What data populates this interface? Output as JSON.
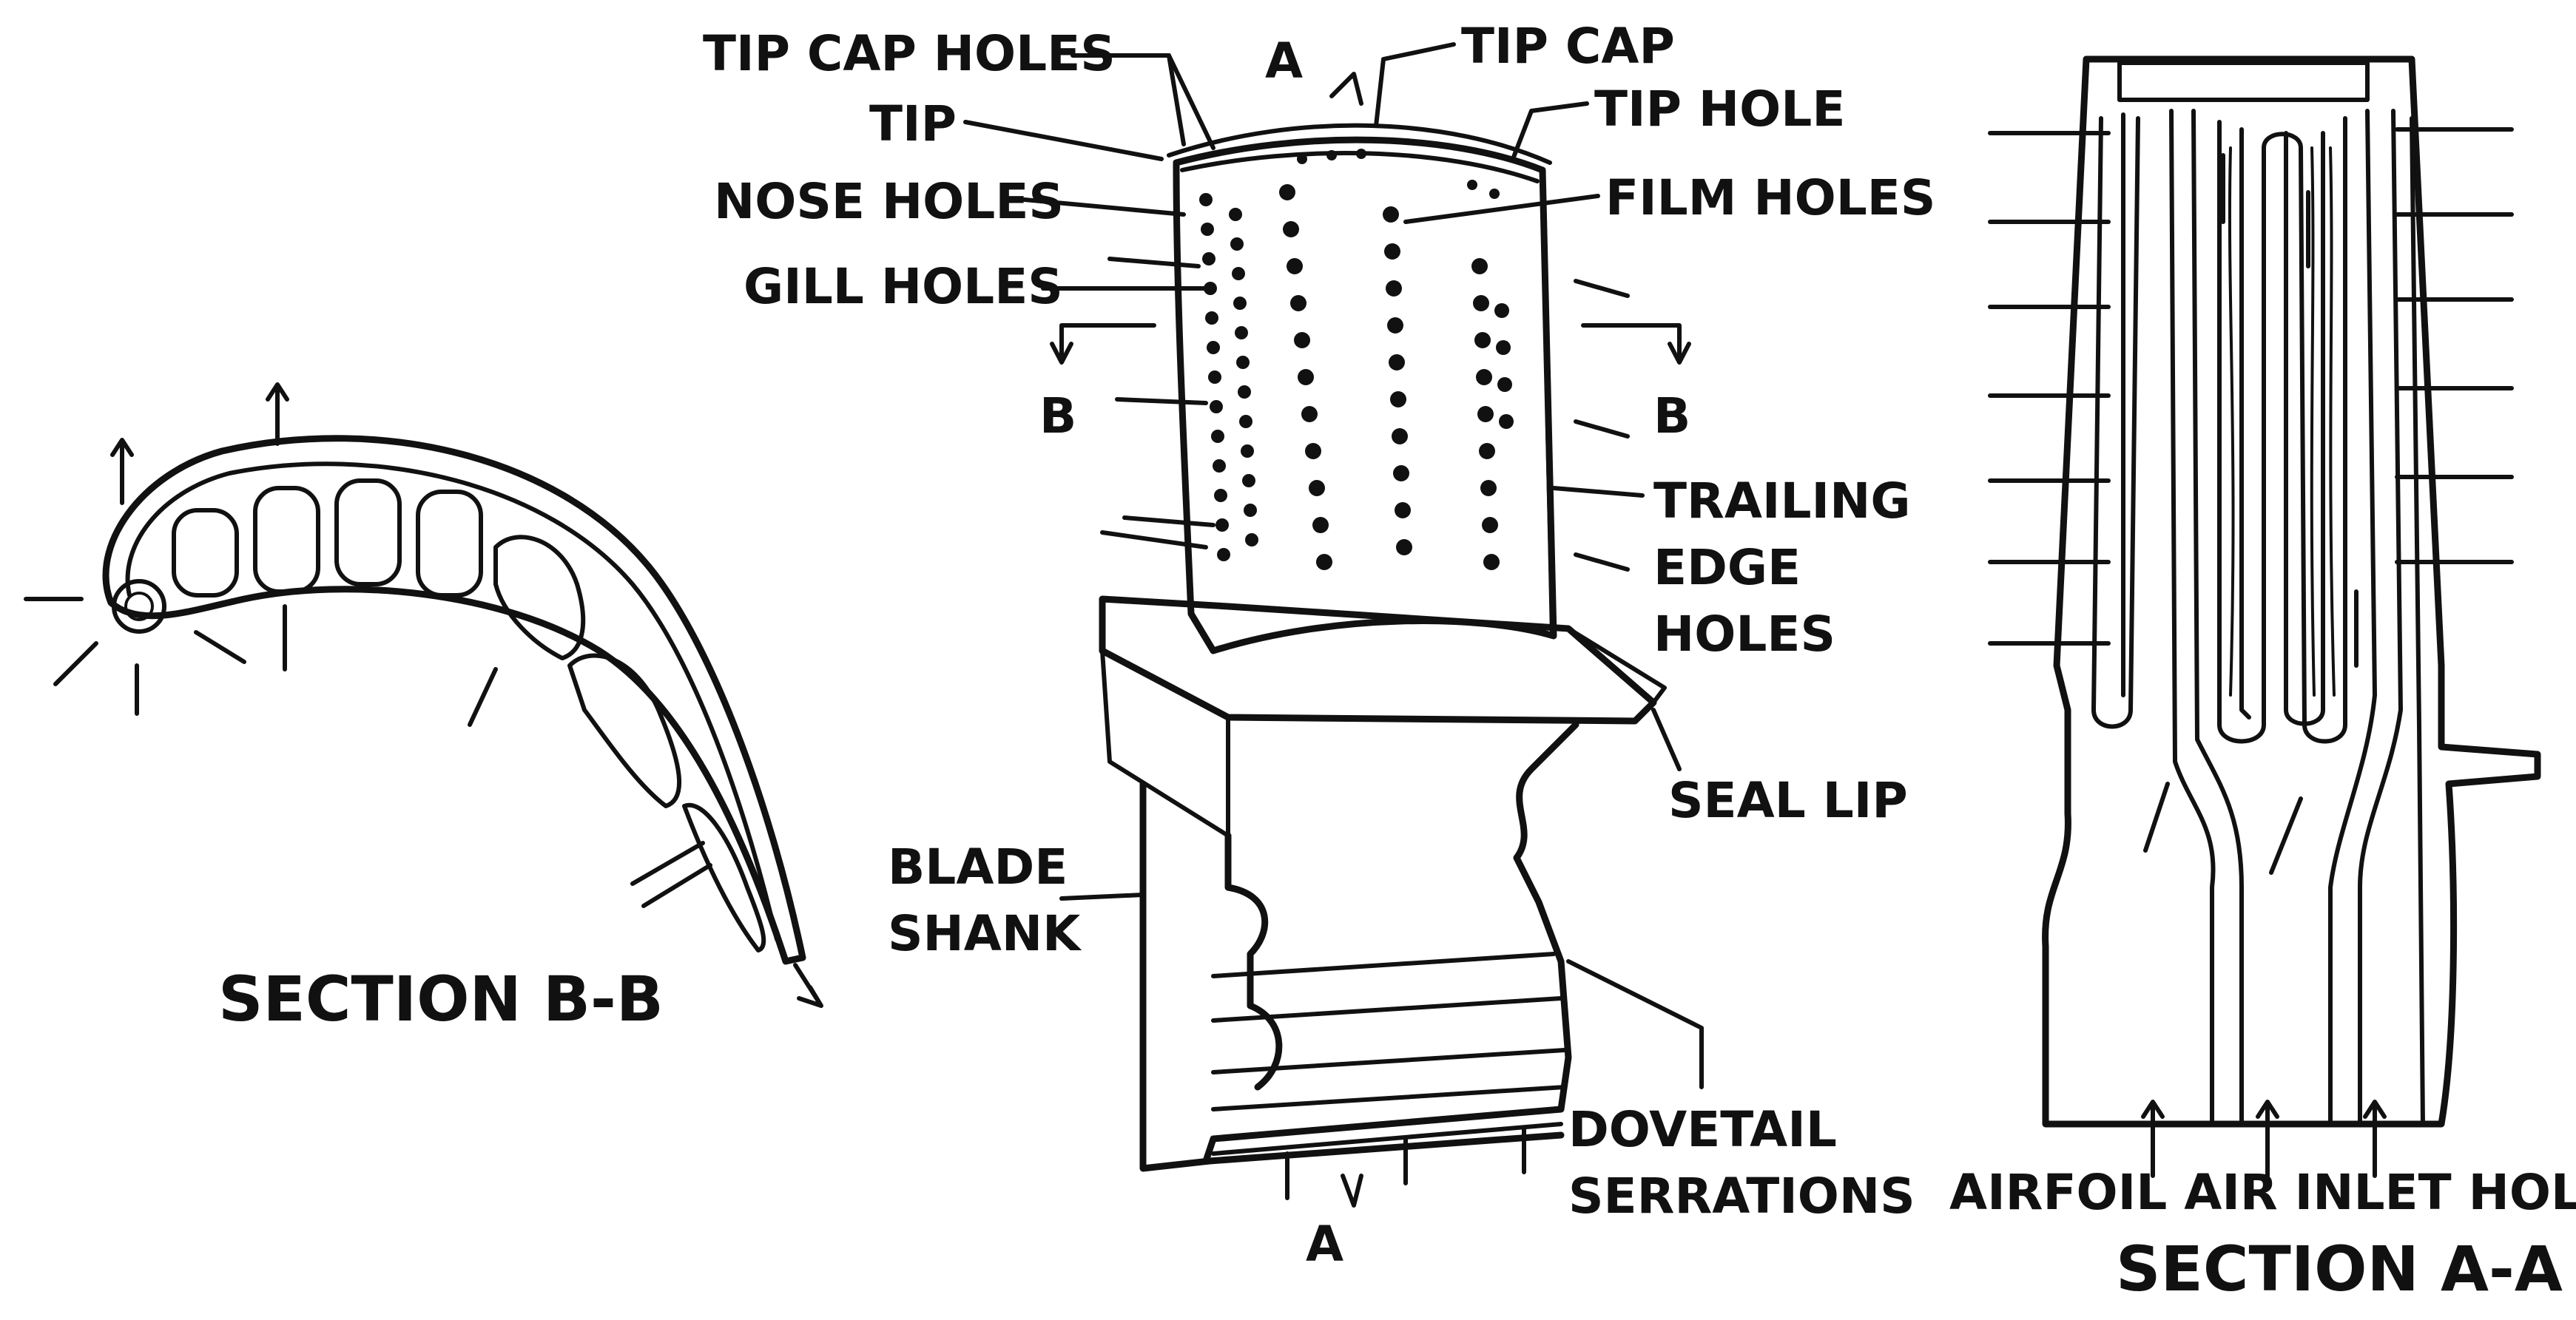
{
  "colors": {
    "ink": "#111111",
    "paper": "#ffffff"
  },
  "labels": {
    "tip_cap_holes": "TIP CAP HOLES",
    "tip": "TIP",
    "nose_holes": "NOSE HOLES",
    "gill_holes": "GILL HOLES",
    "section_a_marker": "A",
    "tip_cap": "TIP CAP",
    "tip_hole": "TIP HOLE",
    "film_holes": "FILM HOLES",
    "section_b_left_marker": "B",
    "section_b_right_marker": "B",
    "trailing_edge_holes": [
      "TRAILING",
      "EDGE",
      "HOLES"
    ],
    "seal_lip": "SEAL LIP",
    "blade_shank": [
      "BLADE",
      "SHANK"
    ],
    "dovetail_serrations": [
      "DOVETAIL",
      "SERRATIONS"
    ],
    "section_a_bottom_marker": "A",
    "airfoil_air_inlet_holes": "AIRFOIL AIR INLET HOLES",
    "section_a_a_title": "SECTION A-A",
    "section_b_b_title": "SECTION B-B"
  }
}
